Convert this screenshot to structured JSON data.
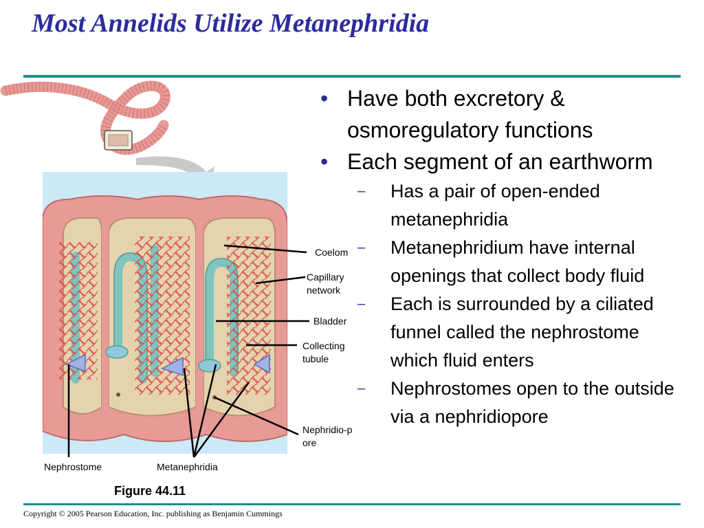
{
  "slide": {
    "title": "Most Annelids Utilize Metanephridia",
    "bullets": [
      {
        "level": 1,
        "text": "Have both excretory & osmoregulatory functions"
      },
      {
        "level": 1,
        "text": "Each segment of an earthworm"
      },
      {
        "level": 2,
        "text": "Has a pair of open-ended metanephridia"
      },
      {
        "level": 2,
        "text": "Metanephridium have internal openings that collect body fluid"
      },
      {
        "level": 2,
        "text": "Each is surrounded by a ciliated funnel called the nephrostome which fluid enters"
      },
      {
        "level": 2,
        "text": "Nephrostomes open to the outside via a nephridiopore"
      }
    ]
  },
  "figure": {
    "labels": {
      "coelom": "Coelom",
      "capillary_network": "Capillary network",
      "bladder": "Bladder",
      "collecting_tubule": "Collecting tubule",
      "nephridiopore": "Nephridio-pore",
      "nephrostome": "Nephrostome",
      "metanephridia": "Metanephridia"
    },
    "caption": "Figure 44.11"
  },
  "footer": {
    "copyright": "Copyright © 2005 Pearson Education, Inc. publishing as Benjamin Cummings"
  },
  "colors": {
    "title": "#2b2b9e",
    "rule": "#1a9090",
    "bullet_marker": "#2b2b9e",
    "worm_body": "#e89a96",
    "background_panel": "#cce9f7",
    "tubule": "#7fc4bf",
    "capillary": "#d94a48"
  }
}
